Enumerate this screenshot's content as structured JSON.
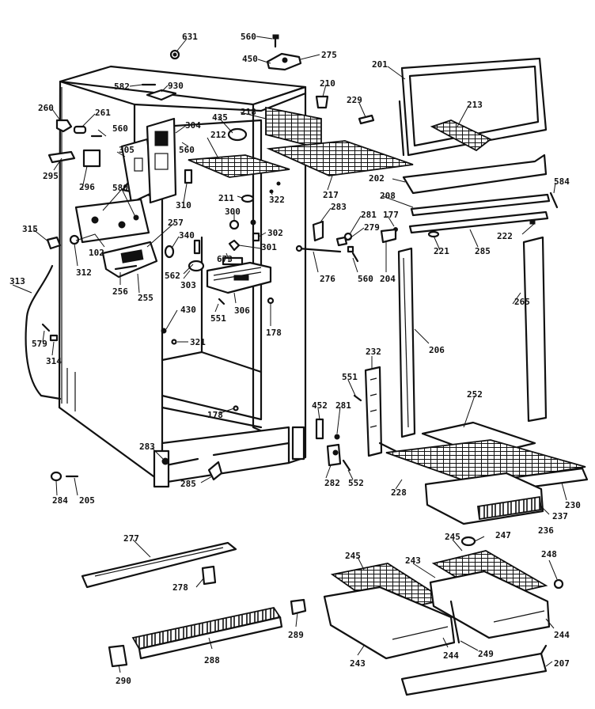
{
  "labels": {
    "l631": "631",
    "l560a": "560",
    "l450": "450",
    "l275": "275",
    "l582": "582",
    "l930": "930",
    "l210": "210",
    "l229": "229",
    "l201": "201",
    "l213": "213",
    "l260": "260",
    "l261": "261",
    "l560b": "560",
    "l218": "218",
    "l435": "435",
    "l304": "304",
    "l560c": "560",
    "l212": "212",
    "l305": "305",
    "l295": "295",
    "l296": "296",
    "l580": "580",
    "l310": "310",
    "l211": "211",
    "l322": "322",
    "l217": "217",
    "l202": "202",
    "l208": "208",
    "l584": "584",
    "l300": "300",
    "l315": "315",
    "l302": "302",
    "l283": "283",
    "l281a": "281",
    "l177": "177",
    "l279": "279",
    "l222": "222",
    "l257": "257",
    "l340": "340",
    "l301": "301",
    "l102": "102",
    "l312": "312",
    "l673": "673",
    "l221": "221",
    "l285a": "285",
    "l562": "562",
    "l276": "276",
    "l560d": "560",
    "l204": "204",
    "l313": "313",
    "l256": "256",
    "l255": "255",
    "l303": "303",
    "l306": "306",
    "l265": "265",
    "l430": "430",
    "l551a": "551",
    "l178a": "178",
    "l321": "321",
    "l206": "206",
    "l579": "579",
    "l314": "314",
    "l232": "232",
    "l551b": "551",
    "l252": "252",
    "l452": "452",
    "l281b": "281",
    "l178b": "178",
    "l283b": "283",
    "l282": "282",
    "l552": "552",
    "l228": "228",
    "l230": "230",
    "l285b": "285",
    "l284": "284",
    "l205": "205",
    "l236": "236",
    "l277": "277",
    "l245a": "245",
    "l245b": "245",
    "l247": "247",
    "l248": "248",
    "l278": "278",
    "l243a": "243",
    "l244a": "244",
    "l288": "288",
    "l289": "289",
    "l243b": "243",
    "l244b": "244",
    "l249": "249",
    "l207": "207",
    "l290": "290"
  },
  "colors": {
    "ink": "#111111",
    "paper": "#ffffff"
  }
}
